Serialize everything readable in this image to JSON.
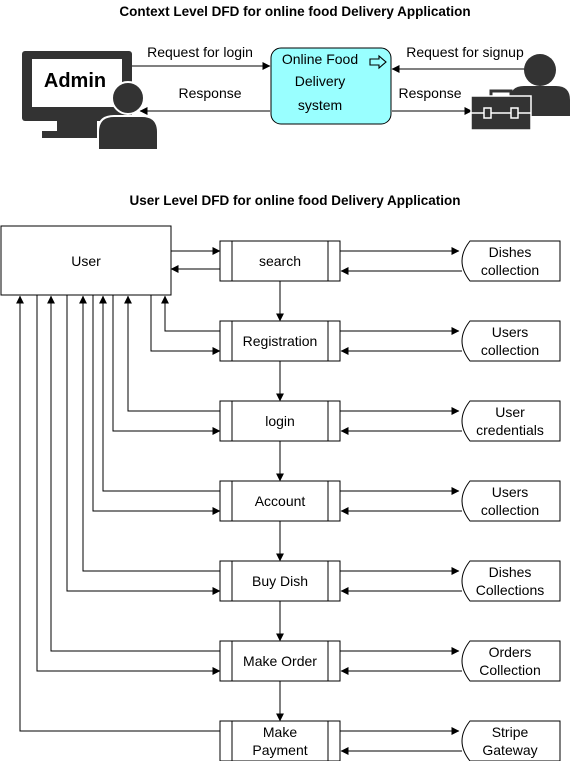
{
  "context": {
    "title": "Context Level DFD for online food Delivery Application",
    "admin_label": "Admin",
    "system_lines": [
      "Online Food",
      "Delivery",
      "system"
    ],
    "edges": {
      "request_login": "Request for login",
      "response_left": "Response",
      "request_signup": "Request for signup",
      "response_right": "Response"
    },
    "colors": {
      "system_fill": "#99ffff",
      "actor_fill": "#333333"
    },
    "icons": [
      "desktop-monitor-icon",
      "person-icon",
      "toolbox-icon",
      "arrow-right-icon"
    ]
  },
  "user_level": {
    "title": "User Level DFD for online food Delivery Application",
    "user_label": "User",
    "processes": [
      {
        "lines": [
          "search"
        ]
      },
      {
        "lines": [
          "Registration"
        ]
      },
      {
        "lines": [
          "login"
        ]
      },
      {
        "lines": [
          "Account"
        ]
      },
      {
        "lines": [
          "Buy Dish"
        ]
      },
      {
        "lines": [
          "Make Order"
        ]
      },
      {
        "lines": [
          "Make",
          "Payment"
        ]
      }
    ],
    "stores": [
      {
        "lines": [
          "Dishes",
          "collection"
        ]
      },
      {
        "lines": [
          "Users",
          "collection"
        ]
      },
      {
        "lines": [
          "User",
          "credentials"
        ]
      },
      {
        "lines": [
          "Users",
          "collection"
        ]
      },
      {
        "lines": [
          "Dishes",
          "Collections"
        ]
      },
      {
        "lines": [
          "Orders",
          "Collection"
        ]
      },
      {
        "lines": [
          "Stripe",
          "Gateway"
        ]
      }
    ]
  }
}
